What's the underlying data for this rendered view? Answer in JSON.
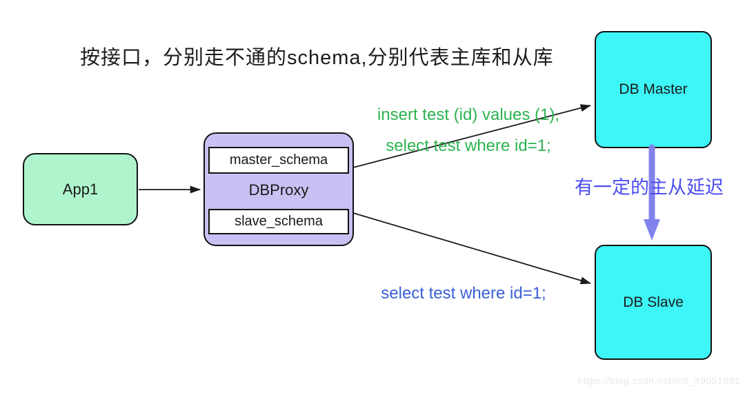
{
  "title": "按接口，分别走不通的schema,分别代表主库和从库",
  "nodes": {
    "app1": "App1",
    "dbproxy": "DBProxy",
    "master_schema": "master_schema",
    "slave_schema": "slave_schema",
    "db_master": "DB Master",
    "db_slave": "DB Slave"
  },
  "labels": {
    "master_query_line1": "insert test (id) values (1),",
    "master_query_line2": "select test where id=1;",
    "slave_query": "select test where id=1;",
    "replication_delay": "有一定的主从延迟"
  },
  "watermark": "https://blog.csdn.net/m0_49051691",
  "colors": {
    "app_box": "#aef5cd",
    "proxy_box": "#c9c1f3",
    "db_box": "#3ef5f7",
    "green_text": "#2db350",
    "blue_text": "#3b5ed6",
    "purple_text": "#4d4df2",
    "delay_arrow": "#8282ec",
    "line": "#1a1a1a"
  }
}
